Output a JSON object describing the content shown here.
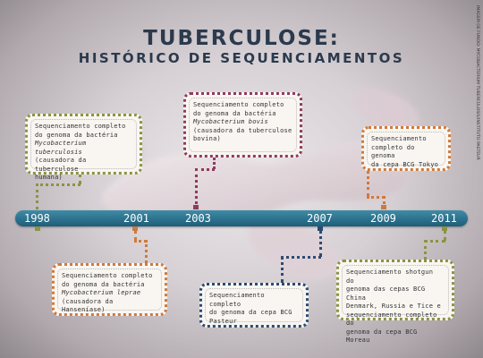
{
  "title": "TUBERCULOSE:",
  "subtitle": "HISTÓRICO DE SEQUENCIAMENTOS",
  "credit": "IMAGEM DE FUNDO: MYCOBACTERIUM TUBERCULOSIS/INSTITUTO PASTEUR",
  "colors": {
    "olive": "#8a9442",
    "orange": "#cf7a3d",
    "plum": "#8e3b5c",
    "navy": "#2d4b72",
    "bar": "#2d6f8c"
  },
  "timeline": {
    "years": [
      "1998",
      "2001",
      "2003",
      "2007",
      "2009",
      "2011"
    ]
  },
  "events": [
    {
      "year": "1998",
      "lines": [
        "Sequenciamento completo",
        "do genoma da bactéria"
      ],
      "organism": "Mycobacterium tuberculosis",
      "tail": [
        "(causadora da tuberculose",
        "humana)"
      ]
    },
    {
      "year": "2001",
      "lines": [
        "Sequenciamento completo",
        "do genoma da bactéria"
      ],
      "organism": "Mycobacterium leprae",
      "tail": [
        "(causadora da Hanseníase)"
      ]
    },
    {
      "year": "2003",
      "lines": [
        "Sequenciamento completo",
        "do genoma da bactéria"
      ],
      "organism": "Mycobacterium bovis",
      "tail": [
        "(causadora da tuberculose",
        "bovina)"
      ]
    },
    {
      "year": "2007",
      "lines": [
        "Sequenciamento completo",
        "do genoma da cepa BCG",
        "Pasteur"
      ],
      "organism": "",
      "tail": []
    },
    {
      "year": "2009",
      "lines": [
        "Sequenciamento",
        "completo do genoma",
        "da cepa BCG Tokyo"
      ],
      "organism": "",
      "tail": []
    },
    {
      "year": "2011",
      "lines": [
        "Sequenciamento shotgun do",
        "genoma das cepas BCG China",
        "Denmark, Russia e Tice e",
        "sequenciamento completo do",
        "genoma da cepa BCG Moreau"
      ],
      "organism": "",
      "tail": []
    }
  ]
}
